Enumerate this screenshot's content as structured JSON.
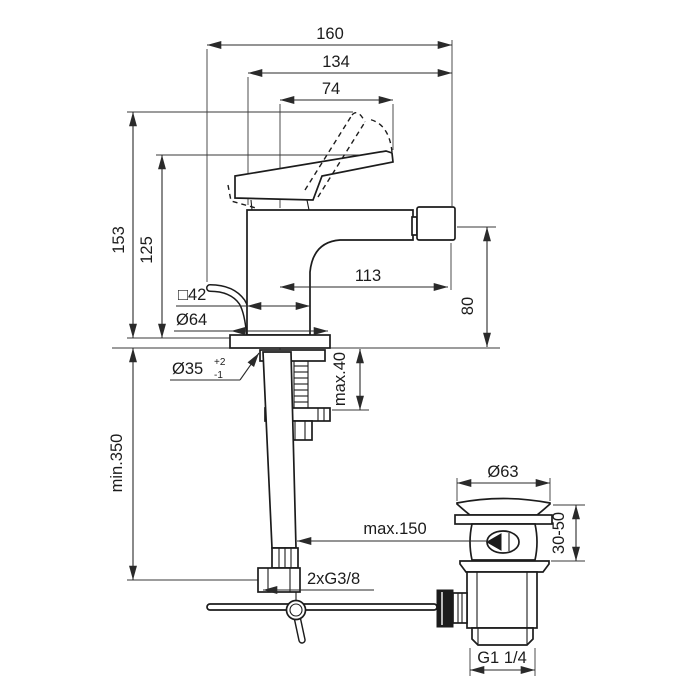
{
  "drawing": {
    "title": "bidet-mixer-installation-drawing",
    "colors": {
      "line": "#1c1c1c",
      "background": "#ffffff"
    },
    "dims": {
      "overall_depth": "160",
      "body_depth": "134",
      "handle_length": "74",
      "height_open_handle": "153",
      "height_handle": "125",
      "spout_reach": "113",
      "spout_height": "80",
      "body_square": "□42",
      "base_diameter": "Ø64",
      "hole_diameter": "Ø35",
      "hole_tol_plus": "+2",
      "hole_tol_minus": "-1",
      "deck_thickness": "max.40",
      "hose_length": "min.350",
      "rod_reach": "max.150",
      "hose_thread": "2xG3/8",
      "waste_cap_diameter": "Ø63",
      "waste_deck_range": "30-50",
      "waste_thread": "G1 1/4"
    }
  }
}
